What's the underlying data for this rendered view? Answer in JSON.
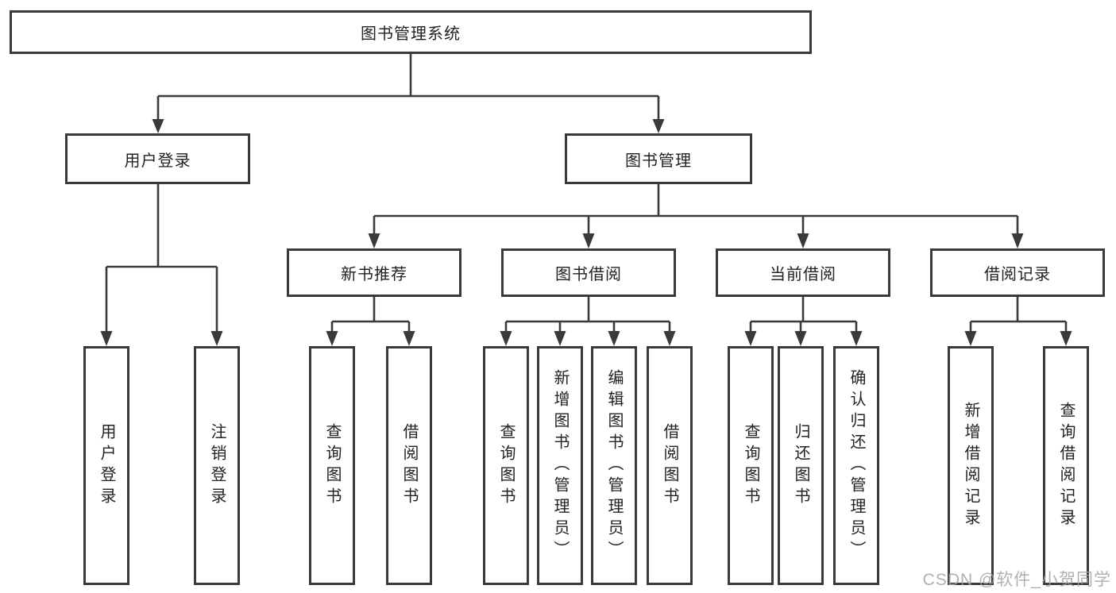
{
  "diagram": {
    "root": {
      "label": "图书管理系统"
    },
    "branches": [
      {
        "label": "用户登录",
        "children": [
          {
            "label": "用户登录"
          },
          {
            "label": "注销登录"
          }
        ]
      },
      {
        "label": "图书管理",
        "children": [
          {
            "label": "新书推荐",
            "children": [
              {
                "label": "查询图书"
              },
              {
                "label": "借阅图书"
              }
            ]
          },
          {
            "label": "图书借阅",
            "children": [
              {
                "label": "查询图书"
              },
              {
                "label": "新增图书（管理员）"
              },
              {
                "label": "编辑图书（管理员）"
              },
              {
                "label": "借阅图书"
              }
            ]
          },
          {
            "label": "当前借阅",
            "children": [
              {
                "label": "查询图书"
              },
              {
                "label": "归还图书"
              },
              {
                "label": "确认归还（管理员）"
              }
            ]
          },
          {
            "label": "借阅记录",
            "children": [
              {
                "label": "新增借阅记录"
              },
              {
                "label": "查询借阅记录"
              }
            ]
          }
        ]
      }
    ]
  },
  "watermark": "CSDN @软件_小贺同学",
  "colors": {
    "line": "#3a3a3a",
    "text": "#222222",
    "wm": "#a3a3a3",
    "bg": "#ffffff"
  }
}
